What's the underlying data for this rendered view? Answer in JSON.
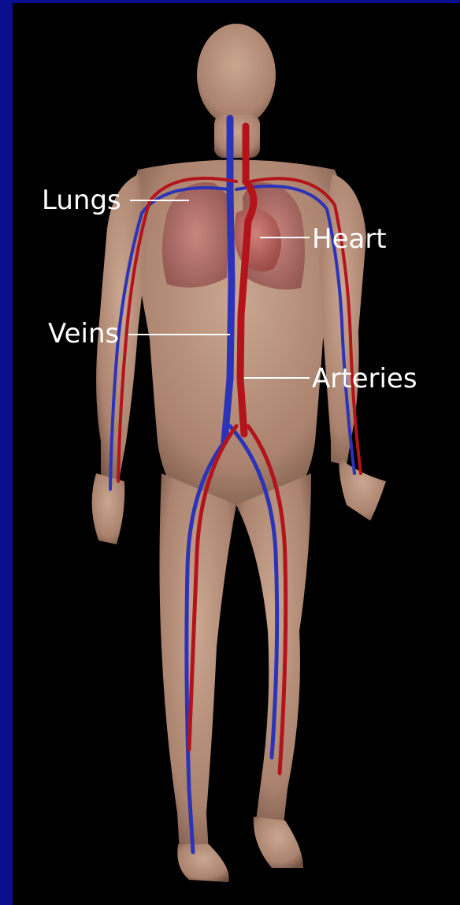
{
  "labels": {
    "lungs": "Lungs",
    "heart": "Heart",
    "veins": "Veins",
    "arteries": "Arteries"
  },
  "colors": {
    "frame": "#0a0f8f",
    "background": "#000000",
    "skin": "#c9a08a",
    "artery": "#b3141b",
    "vein": "#2b33b8",
    "lung": "#b06a66",
    "heart": "#b8615c",
    "label_text": "#ffffff"
  }
}
